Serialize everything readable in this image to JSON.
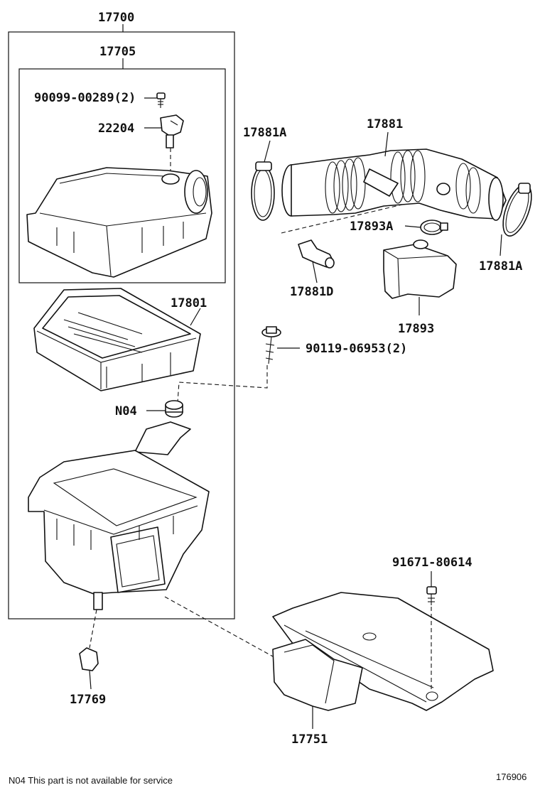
{
  "labels": {
    "assembly": "17700",
    "cap_subassembly": "17705",
    "screw_top": "90099-00289(2)",
    "sensor": "22204",
    "filter": "17801",
    "bolt": "90119-06953(2)",
    "grommet": "N04",
    "clamp_left": "17881A",
    "hose": "17881",
    "clamp_small": "17893A",
    "clamp_right": "17881A",
    "fitting": "17881D",
    "resonator": "17893",
    "screw_bottom": "91671-80614",
    "drain": "17769",
    "intake_duct": "17751"
  },
  "footer": {
    "note": "N04  This part is not available for service",
    "diagram_id": "176906"
  }
}
